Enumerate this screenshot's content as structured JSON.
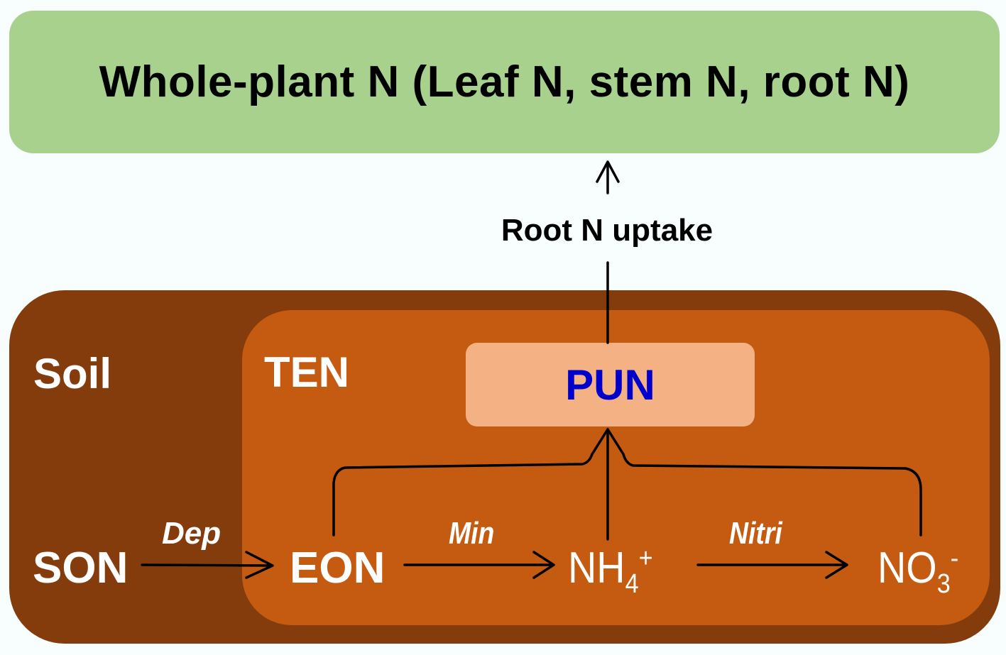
{
  "plant": {
    "title": "Whole-plant N (Leaf N, stem N, root N)",
    "color": "#a9d18e"
  },
  "uptake": {
    "label": "Root N uptake"
  },
  "soil": {
    "label": "Soil",
    "color": "#843c0c"
  },
  "ten": {
    "label": "TEN",
    "color": "#c55a11"
  },
  "pun": {
    "label": "PUN",
    "color": "#f4b183",
    "text_color": "#0000cc"
  },
  "pools": {
    "son": "SON",
    "eon": "EON",
    "nh4": {
      "base": "NH",
      "sub": "4",
      "sup": "+"
    },
    "no3": {
      "base": "NO",
      "sub": "3",
      "sup": "-"
    }
  },
  "processes": {
    "dep": "Dep",
    "min": "Min",
    "nitri": "Nitri"
  }
}
